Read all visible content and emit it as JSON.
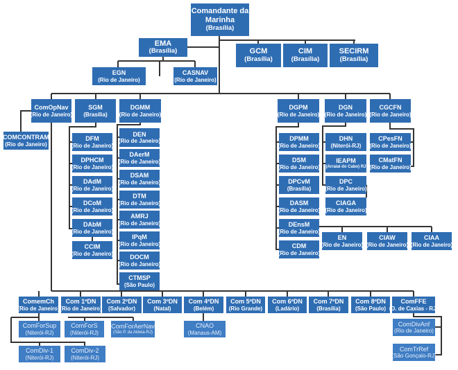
{
  "units": {
    "cmd": {
      "name": "Comandante da Marinha",
      "loc": "(Brasília)"
    },
    "ema": {
      "name": "EMA",
      "loc": "(Brasília)"
    },
    "gcm": {
      "name": "GCM",
      "loc": "(Brasília)"
    },
    "cim": {
      "name": "CIM",
      "loc": "(Brasília)"
    },
    "secirm": {
      "name": "SECIRM",
      "loc": "(Brasília)"
    },
    "egn": {
      "name": "EGN",
      "loc": "(Rio de Janeiro)"
    },
    "casnav": {
      "name": "CASNAV",
      "loc": "(Rio de Janeiro)"
    },
    "comopnav": {
      "name": "ComOpNav",
      "loc": "(Rio de Janeiro)"
    },
    "sgm": {
      "name": "SGM",
      "loc": "(Brasília)"
    },
    "dgmm": {
      "name": "DGMM",
      "loc": "(Rio de Janeiro)"
    },
    "comcontram": {
      "name": "COMCONTRAM",
      "loc": "(Rio de Janeiro)"
    },
    "dfm": {
      "name": "DFM",
      "loc": "(Rio de Janeiro)"
    },
    "dphcm": {
      "name": "DPHCM",
      "loc": "(Rio de Janeiro)"
    },
    "dadm": {
      "name": "DAdM",
      "loc": "(Rio de Janeiro)"
    },
    "dcom": {
      "name": "DCoM",
      "loc": "(Rio de Janeiro)"
    },
    "dabm": {
      "name": "DAbM",
      "loc": "(Rio de Janeiro)"
    },
    "ccim": {
      "name": "CCIM",
      "loc": "(Rio de Janeiro)"
    },
    "den": {
      "name": "DEN",
      "loc": "(Rio de Janeiro)"
    },
    "daerm": {
      "name": "DAerM",
      "loc": "(Rio de Janeiro)"
    },
    "dsam": {
      "name": "DSAM",
      "loc": "(Rio de Janeiro)"
    },
    "dtm": {
      "name": "DTM",
      "loc": "(Rio de Janeiro)"
    },
    "amrj": {
      "name": "AMRJ",
      "loc": "(Rio de Janeiro)"
    },
    "ipqm": {
      "name": "IPqM",
      "loc": "(Rio de Janeiro)"
    },
    "docm": {
      "name": "DOCM",
      "loc": "(Rio de Janeiro)"
    },
    "ctmsp": {
      "name": "CTMSP",
      "loc": "(São Paulo)"
    },
    "dgpm": {
      "name": "DGPM",
      "loc": "(Rio de Janeiro)"
    },
    "dgn": {
      "name": "DGN",
      "loc": "(Rio de Janeiro)"
    },
    "cgcfn": {
      "name": "CGCFN",
      "loc": "(Rio de Janeiro)"
    },
    "dpmm": {
      "name": "DPMM",
      "loc": "(Rio de Janeiro)"
    },
    "dsm": {
      "name": "DSM",
      "loc": "(Rio de Janeiro)"
    },
    "dpcvm": {
      "name": "DPCvM",
      "loc": "(Brasília)"
    },
    "dasm": {
      "name": "DASM",
      "loc": "(Rio de Janeiro)"
    },
    "densm": {
      "name": "DEnsM",
      "loc": "(Rio de Janeiro)"
    },
    "cdm": {
      "name": "CDM",
      "loc": "(Rio de Janeiro)"
    },
    "dhn": {
      "name": "DHN",
      "loc": "(Niterói-RJ)"
    },
    "ieapm": {
      "name": "IEAPM",
      "loc": "(Arraial do Cabo) RJ"
    },
    "dpc": {
      "name": "DPC",
      "loc": "(Rio de Janeiro)"
    },
    "ciaga": {
      "name": "CIAGA",
      "loc": "(Rio de Janeiro)"
    },
    "cpesfn": {
      "name": "CPesFN",
      "loc": "(Rio de Janeiro)"
    },
    "cmatfn": {
      "name": "CMatFN",
      "loc": "(Rio de Janeiro)"
    },
    "en": {
      "name": "EN",
      "loc": "(Rio de Janeiro)"
    },
    "ciaw": {
      "name": "CIAW",
      "loc": "(Rio de Janeiro)"
    },
    "ciaa": {
      "name": "CIAA",
      "loc": "(Rio de Janeiro)"
    },
    "comemch": {
      "name": "ComemCh",
      "loc": "(Rio de Janeiro)"
    },
    "com1dn": {
      "name": "Com 1ºDN",
      "loc": "(Rio de Janeiro)"
    },
    "com2dn": {
      "name": "Com 2ºDN",
      "loc": "(Salvador)"
    },
    "com3dn": {
      "name": "Com 3ºDN",
      "loc": "(Natal)"
    },
    "com4dn": {
      "name": "Com 4ºDN",
      "loc": "(Belém)"
    },
    "com5dn": {
      "name": "Com 5ºDN",
      "loc": "(Rio Grande)"
    },
    "com6dn": {
      "name": "Com 6ºDN",
      "loc": "(Ladário)"
    },
    "com7dn": {
      "name": "Com 7ºDN",
      "loc": "(Brasília)"
    },
    "com8dn": {
      "name": "Com 8ºDN",
      "loc": "(São Paulo)"
    },
    "comffe": {
      "name": "ComFFE",
      "loc": "(D. de Caxias - RJ)"
    },
    "comforsup": {
      "name": "ComForSup",
      "loc": "(Niterói-RJ)"
    },
    "comfors": {
      "name": "ComForS",
      "loc": "(Niterói-RJ)"
    },
    "comforaernav": {
      "name": "ComForAerNav",
      "loc": "(São P. da Aldeia-RJ)"
    },
    "cnao": {
      "name": "CNAO",
      "loc": "(Manaus-AM)"
    },
    "comdivanf": {
      "name": "ComDivAnf",
      "loc": "(Rio de Janeiro)"
    },
    "comtrref": {
      "name": "ComTrRef",
      "loc": "(São Gonçalo-RJ)"
    },
    "comdiv1": {
      "name": "ComDiv-1",
      "loc": "(Niterói-RJ)"
    },
    "comdiv2": {
      "name": "ComDiv-2",
      "loc": "(Niterói-RJ)"
    }
  }
}
